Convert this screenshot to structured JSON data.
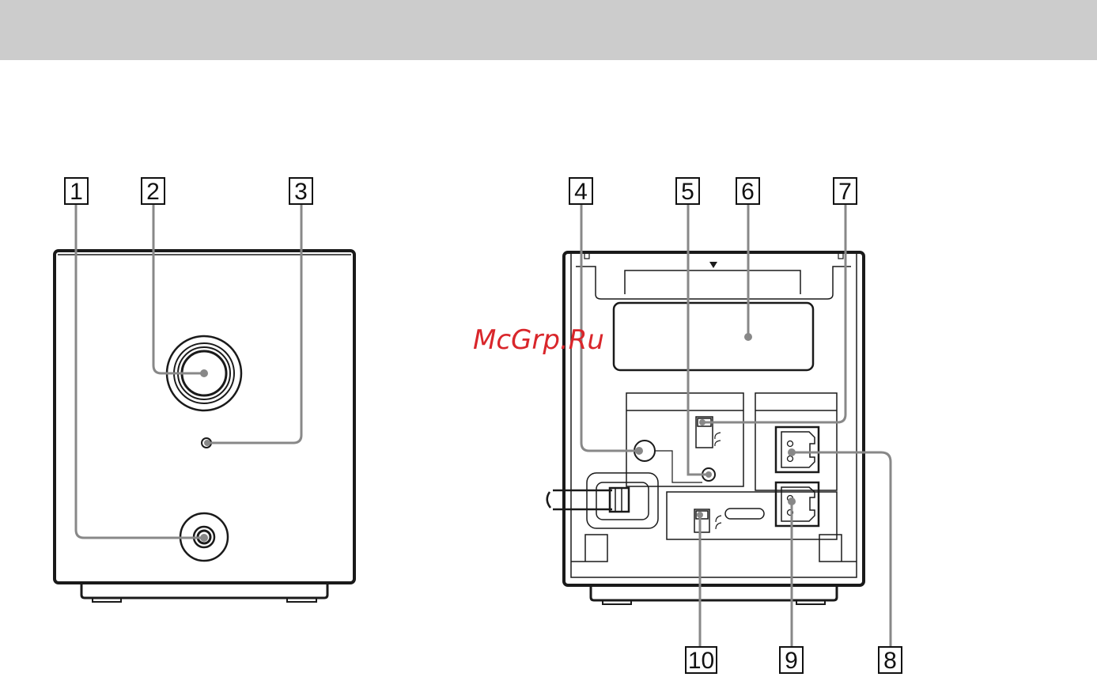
{
  "header": {
    "background": "#cccccc"
  },
  "watermark": {
    "text": "McGrp.Ru",
    "color": "#d9262b"
  },
  "colors": {
    "body_stroke": "#1a1a1a",
    "leader_line": "#888888",
    "dot": "#888888"
  },
  "callouts": [
    {
      "id": "1",
      "label": "1",
      "target": "front-jack"
    },
    {
      "id": "2",
      "label": "2",
      "target": "front-dial"
    },
    {
      "id": "3",
      "label": "3",
      "target": "front-indicator"
    },
    {
      "id": "4",
      "label": "4",
      "target": "rear-round-button"
    },
    {
      "id": "5",
      "label": "5",
      "target": "rear-small-button"
    },
    {
      "id": "6",
      "label": "6",
      "target": "rear-label-panel"
    },
    {
      "id": "7",
      "label": "7",
      "target": "rear-upper-switch"
    },
    {
      "id": "8",
      "label": "8",
      "target": "rear-upper-connector"
    },
    {
      "id": "9",
      "label": "9",
      "target": "rear-lower-connector"
    },
    {
      "id": "10",
      "label": "10",
      "target": "rear-lower-switch"
    }
  ]
}
